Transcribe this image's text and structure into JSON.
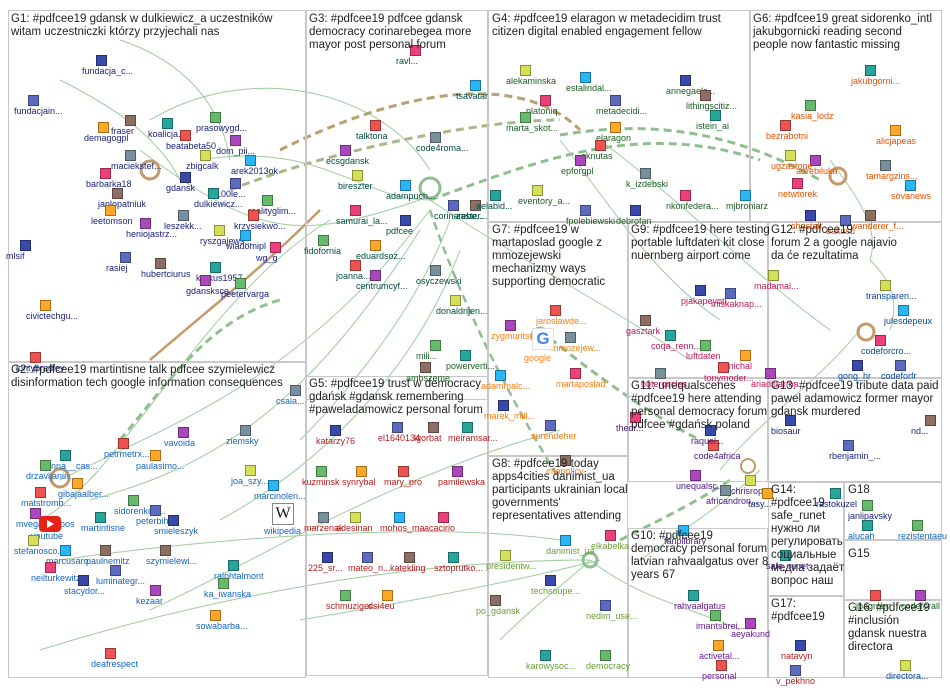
{
  "groups": [
    {
      "id": "g1",
      "title": "G1: #pdfcee19 gdansk w dulkiewicz_a uczestników\nwitam uczestniczki którzy przyjechali nas",
      "color": "#1a237e"
    },
    {
      "id": "g2",
      "title": "G2: #pdfcee19 martintisne talk pdfcee szymielewicz\ndisinformation tech google information consequences",
      "color": "#1565c0"
    },
    {
      "id": "g3",
      "title": "G3: #pdfcee19 pdfcee gdansk\ndemocracy corinarebegea more\nmayor post personal forum",
      "color": "#004d40"
    },
    {
      "id": "g4",
      "title": "G4: #pdfcee19 elaragon w metadecidim trust\ncitizen digital enabled engagement fellow",
      "color": "#1b5e20"
    },
    {
      "id": "g5",
      "title": "G5: #pdfcee19 trust w democracy\ngdańsk #gdansk remembering\n#paweladamowicz personal forum",
      "color": "#b71c1c"
    },
    {
      "id": "g6",
      "title": "G6: #pdfcee19 great sidorenko_intl\njakubgornicki reading second\npeople now fantastic missing",
      "color": "#e65100"
    },
    {
      "id": "g7",
      "title": "G7: #pdfcee19 w\nmartaposlad google z\nmmozejewski\nmechanizmy ways\nsupporting democratic",
      "color": "#f57f17"
    },
    {
      "id": "g8",
      "title": "G8: #pdfcee19 today\napps4cities danimist_ua\nparticipants ukrainian local\ngovernments'\nrepresentatives attending",
      "color": "#689f38"
    },
    {
      "id": "g9",
      "title": "G9: #pdfcee19 here testing\nportable luftdaten kit close\nnuernberg airport come",
      "color": "#c2185b"
    },
    {
      "id": "g10",
      "title": "G10: #pdfcee19\ndemocracy personal forum\nlatvian rahvaalgatus over 8\nyears 67",
      "color": "#6a1b9a"
    },
    {
      "id": "g11",
      "title": "G11: unequalscenes\n#pdfcee19 here attending\npersonal democracy forum\npdfcee #gdańsk poland",
      "color": "#4a148c"
    },
    {
      "id": "g12",
      "title": "G12: #pdfcee19\nforum 2 a google najavio\nda će rezultatima",
      "color": "#0d47a1"
    },
    {
      "id": "g13",
      "title": "G13: #pdfcee19 tribute data paid\npawel adamowicz former mayor\ngdansk murdered",
      "color": "#1a237e"
    },
    {
      "id": "g14",
      "title": "G14:\n#pdfcee19\nsafe_runet\nнужно ли\nрегулировать\nсоциальные\nмедиа задаёт\nвопрос наш",
      "color": "#4a148c"
    },
    {
      "id": "g15",
      "title": "G15",
      "color": "#1b5e20"
    },
    {
      "id": "g16",
      "title": "G16: #pdfcee19\n#inclusión\ngdansk nuestra\ndirectora",
      "color": "#0d47a1"
    },
    {
      "id": "g17",
      "title": "G17:\n#pdfcee19",
      "color": "#b71c1c"
    },
    {
      "id": "g18",
      "title": "G18",
      "color": "#1565c0"
    }
  ],
  "nodes": {
    "g1": [
      "fundacja_c...",
      "fundacjain...",
      "fraser",
      "koalicja...",
      "prasowygd...",
      "demagogpl",
      "beatabeta50",
      "dom_pii...",
      "maciekstef...",
      "zbigcalk",
      "arek2013ok",
      "barbarka18",
      "gdansk",
      "100le...",
      "janlopatniuk",
      "dulkiewicz...",
      "realityglim...",
      "leetomson",
      "krzysiekwo...",
      "heniojastrz...",
      "leszekk...",
      "ryszgajews...",
      "wiadomipl",
      "wg_g",
      "mlsif",
      "rasiej",
      "hubertciurus",
      "krokus1957",
      "peetervarga",
      "civictechgu...",
      "jontybradley",
      "gdansksce..."
    ],
    "g2": [
      "anna__cas...",
      "drzavljanin...",
      "gibajaalber...",
      "matstromb...",
      "mvegacampos",
      "youtube",
      "stefanosco...",
      "marcusaro...",
      "neilturkewitz",
      "stacydor...",
      "luminategr...",
      "paulnemitz",
      "martintisne",
      "sidorenko_...",
      "paulasimo...",
      "petrmetrx...",
      "vavoida",
      "ziemsky",
      "joa_szy...",
      "marcinolen...",
      "wikipedia",
      "smieleszyk",
      "peterbihr",
      "szymielewi...",
      "ralphtalmont",
      "ka_iwanska",
      "sowabarba...",
      "deafrespect",
      "kezaar",
      "csala..."
    ],
    "g3": [
      "talktona",
      "ecsgdansk",
      "code4roma...",
      "bireszter",
      "adampuch...",
      "samurai_la...",
      "pdfcee",
      "corinarebe...",
      "zaster...",
      "aelabid...",
      "fidofornia",
      "eduardsoz...",
      "joanna...",
      "centrumcyf...",
      "osyczewski",
      "donaldnjen...",
      "tsavatar",
      "ravl..."
    ],
    "g4": [
      "alekaminska",
      "estalindal...",
      "platoniq",
      "annegaelc...",
      "metadecidi...",
      "lithingscitiz...",
      "istein_ai",
      "marta_skot...",
      "elaragon",
      "aknutas",
      "epforgpl",
      "k_izdebski",
      "eventory_a...",
      "mjbroniarz",
      "nkonfedera...",
      "debrofan",
      "fpolebiewski",
      "ambszeme",
      "powerverti...",
      "mili..."
    ],
    "g5": [
      "katarzy76",
      "el1640134",
      "lgorbat",
      "meiramsar...",
      "kuzminsk",
      "synrybal",
      "mary_pro",
      "pamilewska",
      "marzenak",
      "adesinan",
      "mohos_ma",
      "acacirio",
      "225_sr...",
      "mateo_n...",
      "katekling",
      "sztoprutko...",
      "schmuziger",
      "dsi4eu"
    ],
    "g6": [
      "jakubgorni...",
      "kasia_lodz",
      "alicjapeas",
      "bezrabotni",
      "adrebiluka",
      "tamargzins...",
      "ugzastone",
      "sovanews",
      "netwtorek",
      "chastell",
      "bakusu",
      "wanderer_f..."
    ],
    "g7": [
      "jaroslawde...",
      "zygmuntsw...",
      "mmozejew...",
      "google",
      "adammalc...",
      "martaposlad",
      "marek_mill...",
      "surendeher",
      "infopolicy"
    ],
    "g8": [
      "presidentw...",
      "danimist_ua",
      "elkabelka",
      "techsoupe...",
      "nedim_use...",
      "po_gdansk",
      "karowysoc...",
      "democracy"
    ],
    "g9": [
      "pjakapeyotl",
      "miskaknap...",
      "gasztark",
      "coqa_renn...",
      "luftdaten",
      "michal",
      "tonymoder...",
      "ariadiparma",
      "outercircles",
      "madamal..."
    ],
    "g10": [
      "rahvaalgatus",
      "imantsbrei...",
      "activetal...",
      "personal",
      "aeyakund"
    ],
    "g11": [
      "code4africa",
      "unequalsc...",
      "africandron...",
      "chrisroper",
      "fanplibrary",
      "thedr...",
      "raquel..."
    ],
    "g12": [
      "transparen...",
      "julesdepeux",
      "codeforcro...",
      "gong_hr",
      "codeforfr"
    ],
    "g13": [
      "biosaur",
      "rbenjamin_...",
      "nd...",
      "rastokuzel",
      "janlipavsky",
      "tasy..."
    ],
    "g14": [
      "safe_runet"
    ],
    "g15": [
      "jpagroen",
      "codeforall"
    ],
    "g16": [
      "directora..."
    ],
    "g17": [
      "natavyn",
      "v_pekhno"
    ],
    "g18": [
      "alucah",
      "rezistentaeu"
    ]
  },
  "colors": {
    "edge": "#9ccc9c",
    "edge_thick": "#8fbf8f",
    "edge_brown": "#c49a6c",
    "box_border": "#c8c8c8",
    "background": "#ffffff"
  },
  "icons": {
    "youtube": "youtube-logo-icon",
    "wikipedia": "wikipedia-logo-icon",
    "google": "google-logo-icon"
  }
}
